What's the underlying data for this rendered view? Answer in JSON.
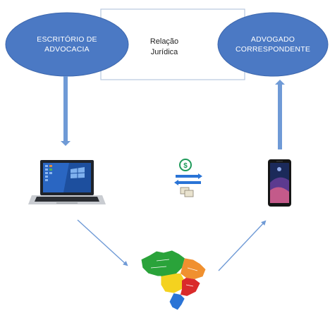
{
  "nodes": {
    "office": {
      "line1": "ESCRITÓRIO DE",
      "line2": "ADVOCACIA"
    },
    "lawyer": {
      "line1": "ADVOGADO",
      "line2": "CORRESPONDENTE"
    }
  },
  "relation": {
    "line1": "Relação",
    "line2": "Jurídica"
  },
  "icons": {
    "office_device": "laptop-icon",
    "payment": "money-transfer-icon",
    "lawyer_device": "smartphone-icon",
    "country": "brazil-map-icon"
  },
  "colors": {
    "ellipse_fill": "#4b79c4",
    "arrow": "#6f9ad6",
    "relation_box_border": "#b8c7de",
    "payment_green": "#1f9a5a",
    "map_green": "#2aa33a",
    "map_orange": "#f0902f",
    "map_yellow": "#f4d21f",
    "map_red": "#d92b2b",
    "map_blue": "#2a74d6"
  }
}
